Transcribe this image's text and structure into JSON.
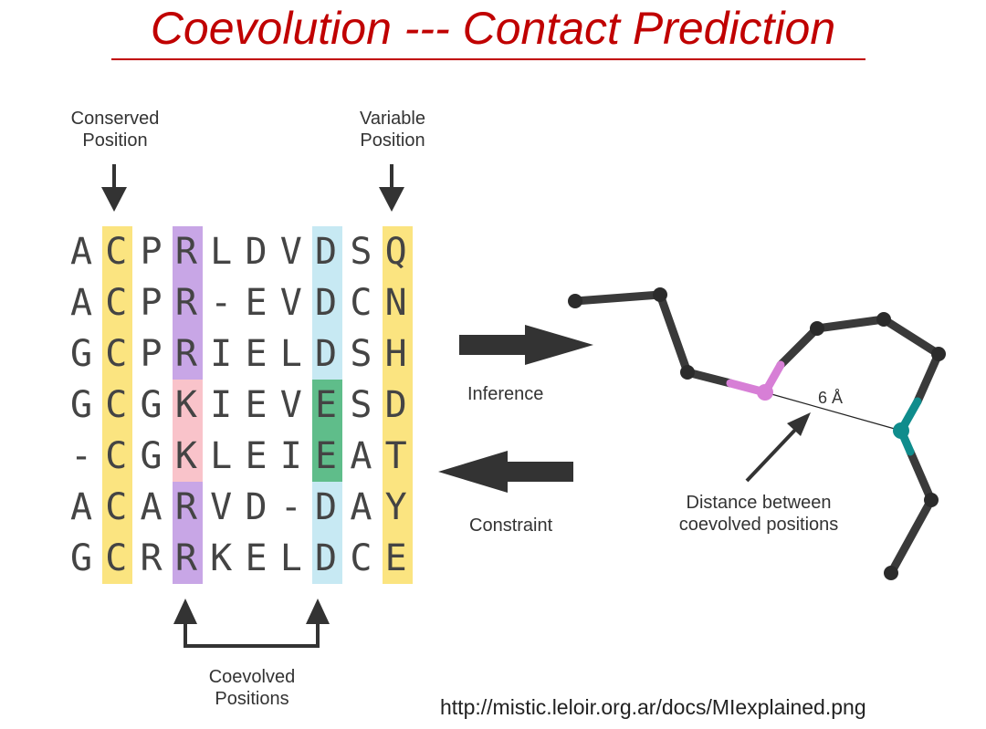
{
  "title": "Coevolution --- Contact Prediction",
  "labels": {
    "conserved": "Conserved\nPosition",
    "variable": "Variable\nPosition",
    "coevolved": "Coevolved\nPositions",
    "inference": "Inference",
    "constraint": "Constraint",
    "distance": "Distance between\ncoevolved positions",
    "angstrom": "6 Å"
  },
  "source_url": "http://mistic.leloir.org.ar/docs/MIexplained.png",
  "alignment": {
    "rows": [
      "ACPRLDVDSQ",
      "ACPR-EVDCN",
      "GCPRIELDSH",
      "GCGKIEVESD",
      "-CGKLEIEAT",
      "ACARVD-DAY",
      "GCRRKELDCE"
    ],
    "highlight_columns": [
      {
        "col": 1,
        "color": "#fbe480"
      },
      {
        "col": 3,
        "color": "#c8a6e6",
        "alt_color": "#f9c3ca",
        "alt_rows": [
          3,
          4
        ]
      },
      {
        "col": 7,
        "color": "#c7e9f3",
        "alt_color": "#5fbd8a",
        "alt_rows": [
          3,
          4
        ]
      },
      {
        "col": 9,
        "color": "#fbe480"
      }
    ]
  },
  "colors": {
    "title": "#c00000",
    "arrow": "#333333",
    "atom": "#2b2b2b",
    "bond": "#3a3a3a",
    "atom_pink": "#d77fd6",
    "atom_teal": "#0f8c8c"
  }
}
